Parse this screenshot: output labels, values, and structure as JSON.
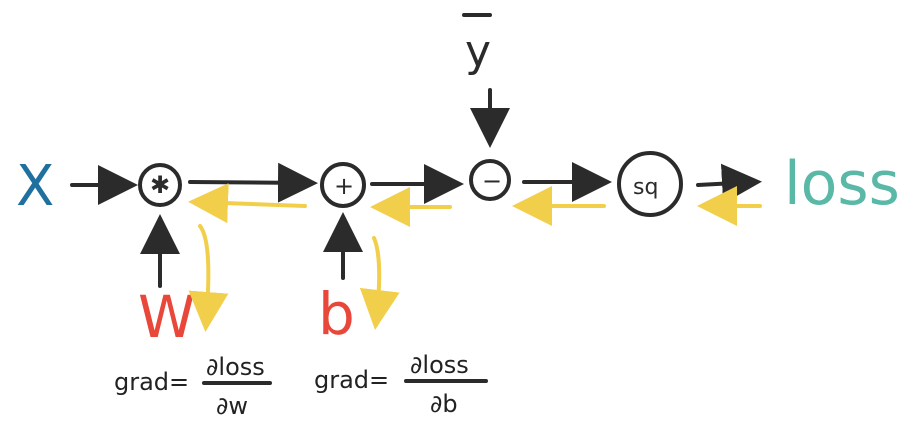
{
  "colors": {
    "x": "#1f6f9f",
    "w": "#e8473a",
    "b": "#e8473a",
    "loss": "#59b8a6",
    "gradient_arrows": "#f2cf4a",
    "ink": "#2b2b2b"
  },
  "inputs": {
    "x": "X",
    "y_bar": "y",
    "w": "W",
    "b": "b"
  },
  "nodes": {
    "multiply": "✱",
    "add": "+",
    "subtract": "−",
    "square": "sq"
  },
  "output": {
    "loss": "loss"
  },
  "gradients": {
    "w": {
      "prefix": "grad=",
      "numerator": "∂loss",
      "denominator": "∂w"
    },
    "b": {
      "prefix": "grad=",
      "numerator": "∂loss",
      "denominator": "∂b"
    }
  }
}
